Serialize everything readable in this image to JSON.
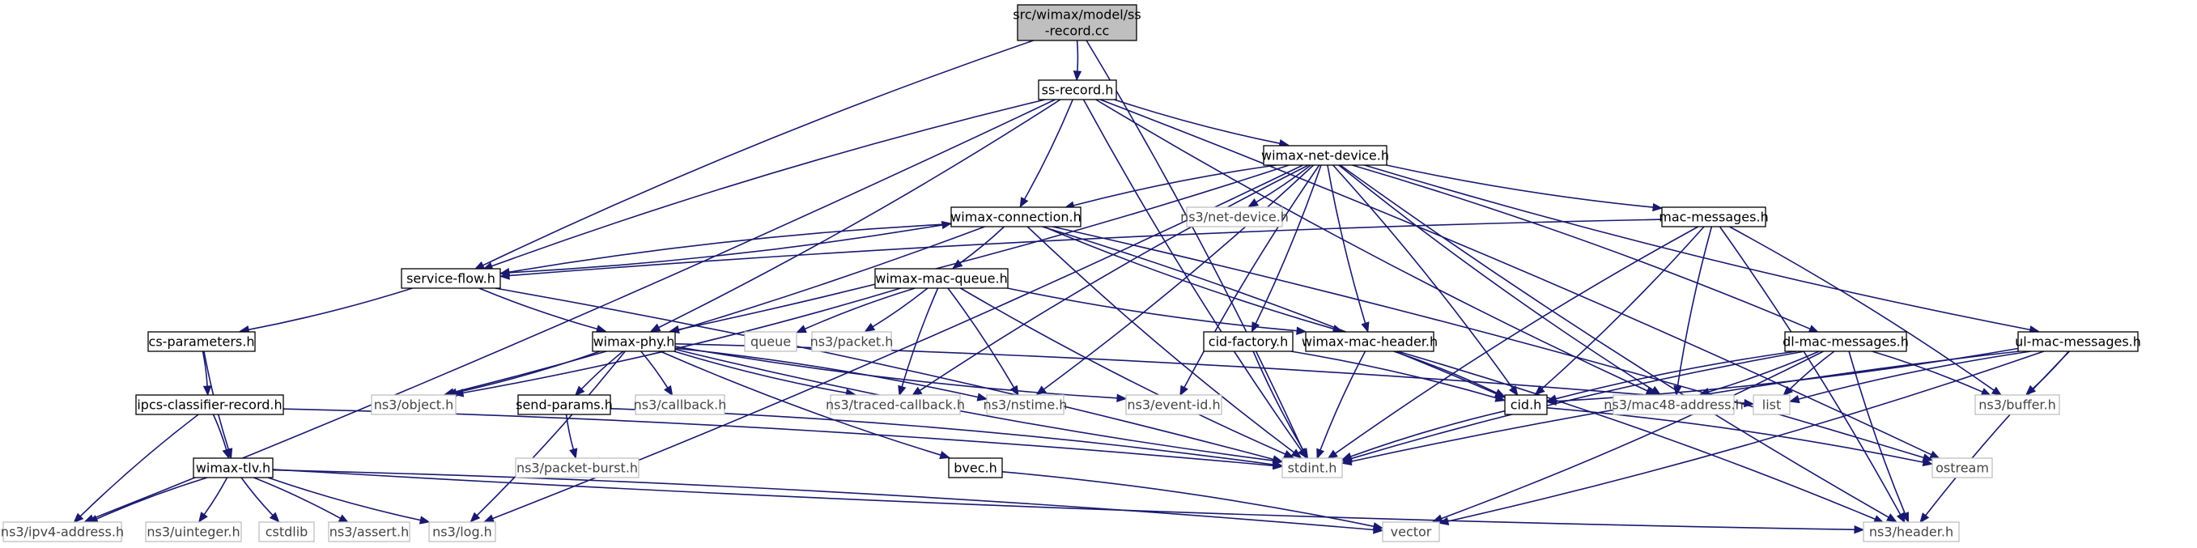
{
  "graph": {
    "nodes": [
      {
        "id": "root",
        "lines": [
          "src/wimax/model/ss",
          "-record.cc"
        ],
        "kind": "root"
      },
      {
        "id": "ssrecord",
        "lines": [
          "ss-record.h"
        ],
        "kind": "normal"
      },
      {
        "id": "netdev",
        "lines": [
          "wimax-net-device.h"
        ],
        "kind": "normal"
      },
      {
        "id": "conn",
        "lines": [
          "wimax-connection.h"
        ],
        "kind": "normal"
      },
      {
        "id": "ns3netdev",
        "lines": [
          "ns3/net-device.h"
        ],
        "kind": "external"
      },
      {
        "id": "macmsg",
        "lines": [
          "mac-messages.h"
        ],
        "kind": "normal"
      },
      {
        "id": "svcflow",
        "lines": [
          "service-flow.h"
        ],
        "kind": "normal"
      },
      {
        "id": "macqueue",
        "lines": [
          "wimax-mac-queue.h"
        ],
        "kind": "normal"
      },
      {
        "id": "csparams",
        "lines": [
          "cs-parameters.h"
        ],
        "kind": "normal"
      },
      {
        "id": "phy",
        "lines": [
          "wimax-phy.h"
        ],
        "kind": "normal"
      },
      {
        "id": "queue",
        "lines": [
          "queue"
        ],
        "kind": "external"
      },
      {
        "id": "packet",
        "lines": [
          "ns3/packet.h"
        ],
        "kind": "external"
      },
      {
        "id": "cidfactory",
        "lines": [
          "cid-factory.h"
        ],
        "kind": "normal"
      },
      {
        "id": "macheader",
        "lines": [
          "wimax-mac-header.h"
        ],
        "kind": "normal"
      },
      {
        "id": "dlmac",
        "lines": [
          "dl-mac-messages.h"
        ],
        "kind": "normal"
      },
      {
        "id": "ulmac",
        "lines": [
          "ul-mac-messages.h"
        ],
        "kind": "normal"
      },
      {
        "id": "ipcs",
        "lines": [
          "ipcs-classifier-record.h"
        ],
        "kind": "normal"
      },
      {
        "id": "object",
        "lines": [
          "ns3/object.h"
        ],
        "kind": "external"
      },
      {
        "id": "sendparams",
        "lines": [
          "send-params.h"
        ],
        "kind": "normal"
      },
      {
        "id": "callback",
        "lines": [
          "ns3/callback.h"
        ],
        "kind": "external"
      },
      {
        "id": "traced",
        "lines": [
          "ns3/traced-callback.h"
        ],
        "kind": "external"
      },
      {
        "id": "nstime",
        "lines": [
          "ns3/nstime.h"
        ],
        "kind": "external"
      },
      {
        "id": "eventid",
        "lines": [
          "ns3/event-id.h"
        ],
        "kind": "external"
      },
      {
        "id": "cid",
        "lines": [
          "cid.h"
        ],
        "kind": "normal"
      },
      {
        "id": "mac48",
        "lines": [
          "ns3/mac48-address.h"
        ],
        "kind": "external"
      },
      {
        "id": "list",
        "lines": [
          "list"
        ],
        "kind": "external"
      },
      {
        "id": "buffer",
        "lines": [
          "ns3/buffer.h"
        ],
        "kind": "external"
      },
      {
        "id": "tlv",
        "lines": [
          "wimax-tlv.h"
        ],
        "kind": "normal"
      },
      {
        "id": "pktburst",
        "lines": [
          "ns3/packet-burst.h"
        ],
        "kind": "external"
      },
      {
        "id": "bvec",
        "lines": [
          "bvec.h"
        ],
        "kind": "normal"
      },
      {
        "id": "stdint",
        "lines": [
          "stdint.h"
        ],
        "kind": "external"
      },
      {
        "id": "ostream",
        "lines": [
          "ostream"
        ],
        "kind": "external"
      },
      {
        "id": "ipv4",
        "lines": [
          "ns3/ipv4-address.h"
        ],
        "kind": "external"
      },
      {
        "id": "uinteger",
        "lines": [
          "ns3/uinteger.h"
        ],
        "kind": "external"
      },
      {
        "id": "cstdlib",
        "lines": [
          "cstdlib"
        ],
        "kind": "external"
      },
      {
        "id": "assert",
        "lines": [
          "ns3/assert.h"
        ],
        "kind": "external"
      },
      {
        "id": "log",
        "lines": [
          "ns3/log.h"
        ],
        "kind": "external"
      },
      {
        "id": "vector",
        "lines": [
          "vector"
        ],
        "kind": "external"
      },
      {
        "id": "header",
        "lines": [
          "ns3/header.h"
        ],
        "kind": "external"
      }
    ],
    "edges": [
      [
        "root",
        "ssrecord"
      ],
      [
        "root",
        "svcflow"
      ],
      [
        "root",
        "stdint"
      ],
      [
        "ssrecord",
        "netdev"
      ],
      [
        "ssrecord",
        "conn"
      ],
      [
        "ssrecord",
        "svcflow"
      ],
      [
        "ssrecord",
        "phy"
      ],
      [
        "ssrecord",
        "stdint"
      ],
      [
        "ssrecord",
        "ipv4"
      ],
      [
        "ssrecord",
        "mac48"
      ],
      [
        "ssrecord",
        "ostream"
      ],
      [
        "netdev",
        "conn"
      ],
      [
        "netdev",
        "ns3netdev"
      ],
      [
        "netdev",
        "macmsg"
      ],
      [
        "netdev",
        "phy"
      ],
      [
        "netdev",
        "traced"
      ],
      [
        "netdev",
        "nstime"
      ],
      [
        "netdev",
        "eventid"
      ],
      [
        "netdev",
        "cidfactory"
      ],
      [
        "netdev",
        "macheader"
      ],
      [
        "netdev",
        "cid"
      ],
      [
        "netdev",
        "mac48"
      ],
      [
        "netdev",
        "dlmac"
      ],
      [
        "netdev",
        "ulmac"
      ],
      [
        "netdev",
        "log"
      ],
      [
        "netdev",
        "header"
      ],
      [
        "conn",
        "macqueue"
      ],
      [
        "conn",
        "svcflow"
      ],
      [
        "conn",
        "object"
      ],
      [
        "conn",
        "macheader"
      ],
      [
        "conn",
        "cid"
      ],
      [
        "conn",
        "stdint"
      ],
      [
        "conn",
        "ostream"
      ],
      [
        "svcflow",
        "conn"
      ],
      [
        "svcflow",
        "csparams"
      ],
      [
        "svcflow",
        "phy"
      ],
      [
        "svcflow",
        "stdint"
      ],
      [
        "macmsg",
        "svcflow"
      ],
      [
        "macmsg",
        "cid"
      ],
      [
        "macmsg",
        "mac48"
      ],
      [
        "macmsg",
        "buffer"
      ],
      [
        "macmsg",
        "stdint"
      ],
      [
        "macmsg",
        "header"
      ],
      [
        "macqueue",
        "queue"
      ],
      [
        "macqueue",
        "packet"
      ],
      [
        "macqueue",
        "traced"
      ],
      [
        "macqueue",
        "nstime"
      ],
      [
        "macqueue",
        "macheader"
      ],
      [
        "macqueue",
        "object"
      ],
      [
        "macqueue",
        "stdint"
      ],
      [
        "csparams",
        "ipcs"
      ],
      [
        "csparams",
        "tlv"
      ],
      [
        "phy",
        "object"
      ],
      [
        "phy",
        "sendparams"
      ],
      [
        "phy",
        "callback"
      ],
      [
        "phy",
        "traced"
      ],
      [
        "phy",
        "nstime"
      ],
      [
        "phy",
        "eventid"
      ],
      [
        "phy",
        "list"
      ],
      [
        "phy",
        "bvec"
      ],
      [
        "phy",
        "log"
      ],
      [
        "phy",
        "stdint"
      ],
      [
        "cidfactory",
        "cid"
      ],
      [
        "cidfactory",
        "stdint"
      ],
      [
        "macheader",
        "cid"
      ],
      [
        "macheader",
        "stdint"
      ],
      [
        "macheader",
        "header"
      ],
      [
        "dlmac",
        "cid"
      ],
      [
        "dlmac",
        "mac48"
      ],
      [
        "dlmac",
        "list"
      ],
      [
        "dlmac",
        "buffer"
      ],
      [
        "dlmac",
        "stdint"
      ],
      [
        "dlmac",
        "vector"
      ],
      [
        "dlmac",
        "header"
      ],
      [
        "ulmac",
        "cid"
      ],
      [
        "ulmac",
        "list"
      ],
      [
        "ulmac",
        "buffer"
      ],
      [
        "ulmac",
        "stdint"
      ],
      [
        "ulmac",
        "vector"
      ],
      [
        "ulmac",
        "header"
      ],
      [
        "ipcs",
        "tlv"
      ],
      [
        "ipcs",
        "ipv4"
      ],
      [
        "ipcs",
        "stdint"
      ],
      [
        "sendparams",
        "pktburst"
      ],
      [
        "sendparams",
        "stdint"
      ],
      [
        "cid",
        "stdint"
      ],
      [
        "cid",
        "ostream"
      ],
      [
        "tlv",
        "ipv4"
      ],
      [
        "tlv",
        "uinteger"
      ],
      [
        "tlv",
        "cstdlib"
      ],
      [
        "tlv",
        "assert"
      ],
      [
        "tlv",
        "log"
      ],
      [
        "tlv",
        "vector"
      ],
      [
        "tlv",
        "header"
      ],
      [
        "bvec",
        "vector"
      ]
    ]
  }
}
